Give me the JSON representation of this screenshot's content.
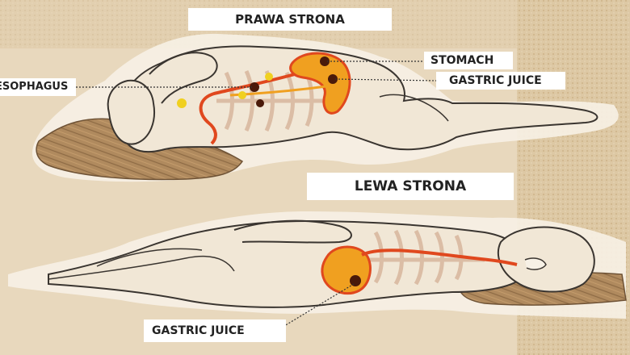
{
  "labels": {
    "title_right": "PRAWA STRONA",
    "title_left": "LEWA STRONA",
    "stomach": "STOMACH",
    "gastric_juice_top": "GASTRIC JUICE",
    "esophagus": "ESOPHAGUS",
    "gastric_juice_bottom": "GASTRIC JUICE"
  },
  "colors": {
    "background": "#e8d8bd",
    "sand": "#d9c29a",
    "body_fill": "#f1e7d6",
    "outline": "#3a3530",
    "pillow": "#a97f55",
    "stomach_fill": "#f0a020",
    "digestive_tract": "#e0481e",
    "gastric_juice": "#4a1a0a"
  }
}
